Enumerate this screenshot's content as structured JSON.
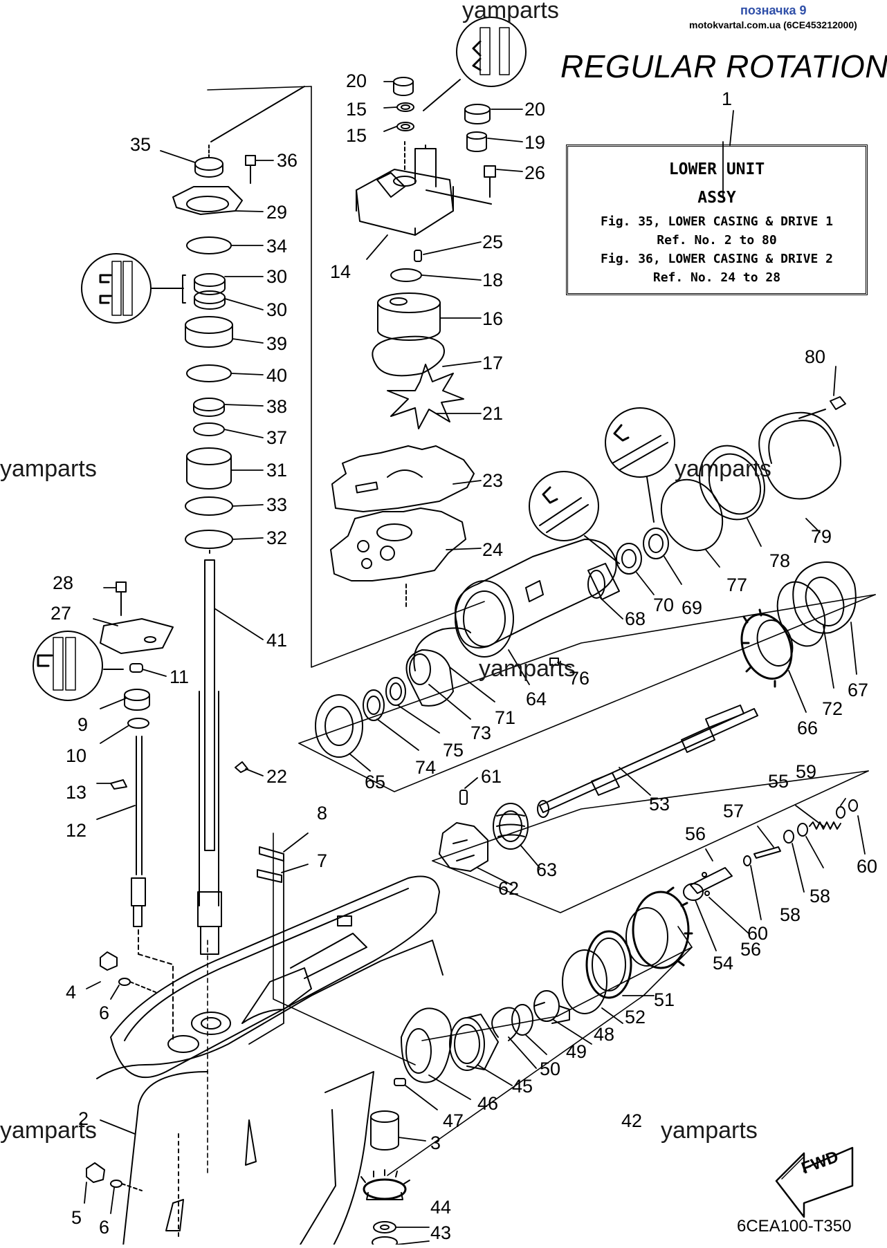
{
  "header": {
    "badge_label": "позначка 9",
    "badge_site": "motokvartal.com.ua (6CE453212000)",
    "title": "REGULAR ROTATION",
    "title_ref": "1"
  },
  "watermark": "yamparts",
  "assy_box": {
    "line1": "LOWER UNIT",
    "line2": "ASSY",
    "line3": "Fig. 35, LOWER CASING & DRIVE 1",
    "line4": "Ref. No. 2 to 80",
    "line5": "Fig. 36, LOWER CASING & DRIVE 2",
    "line6": "Ref. No. 24 to 28"
  },
  "fwd_label": "FWD",
  "drawing_code": "6CEA100-T350",
  "callouts": {
    "c20a": "20",
    "c15a": "15",
    "c15b": "15",
    "c20b": "20",
    "c19": "19",
    "c26": "26",
    "c14": "14",
    "c25": "25",
    "c18": "18",
    "c16": "16",
    "c17": "17",
    "c21": "21",
    "c23": "23",
    "c24": "24",
    "c35": "35",
    "c36": "36",
    "c29": "29",
    "c34": "34",
    "c30a": "30",
    "c30b": "30",
    "c39": "39",
    "c40": "40",
    "c38": "38",
    "c37": "37",
    "c31": "31",
    "c33": "33",
    "c32": "32",
    "c41": "41",
    "c22": "22",
    "c28": "28",
    "c27": "27",
    "c11": "11",
    "c9": "9",
    "c10": "10",
    "c13": "13",
    "c12": "12",
    "c8": "8",
    "c7": "7",
    "c4": "4",
    "c6a": "6",
    "c2": "2",
    "c5": "5",
    "c6b": "6",
    "c80": "80",
    "c79": "79",
    "c78": "78",
    "c77": "77",
    "c69": "69",
    "c70": "70",
    "c68": "68",
    "c76": "76",
    "c64": "64",
    "c71": "71",
    "c73": "73",
    "c75": "75",
    "c74": "74",
    "c65": "65",
    "c67": "67",
    "c72": "72",
    "c66": "66",
    "c53": "53",
    "c61": "61",
    "c63": "63",
    "c62": "62",
    "c55": "55",
    "c59": "59",
    "c57": "57",
    "c56a": "56",
    "c60a": "60",
    "c58a": "58",
    "c58b": "58",
    "c60b": "60",
    "c56b": "56",
    "c54": "54",
    "c51": "51",
    "c52": "52",
    "c48": "48",
    "c49": "49",
    "c50": "50",
    "c45": "45",
    "c46": "46",
    "c47": "47",
    "c3": "3",
    "c42": "42",
    "c44": "44",
    "c43": "43"
  }
}
